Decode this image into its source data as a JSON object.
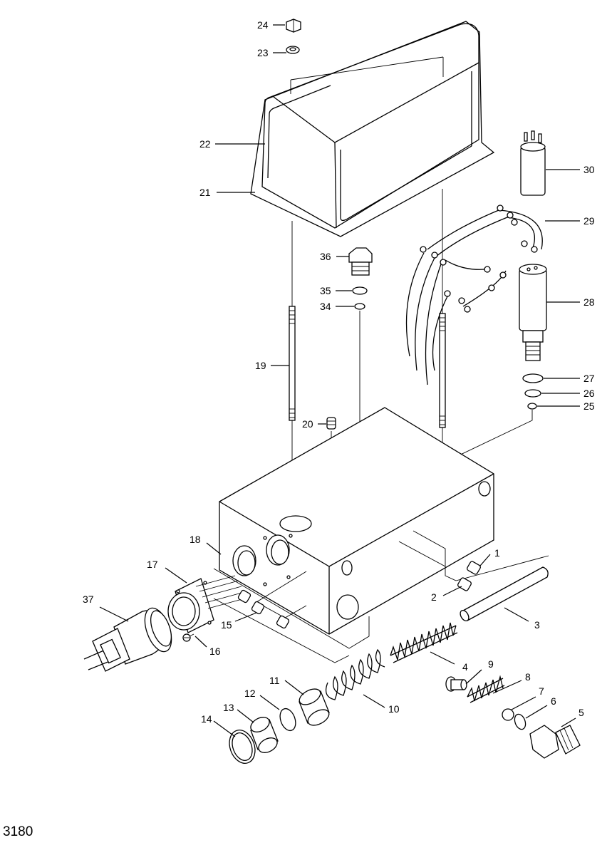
{
  "figure_number": "3180",
  "callouts": [
    "1",
    "2",
    "3",
    "4",
    "5",
    "6",
    "7",
    "8",
    "9",
    "10",
    "11",
    "12",
    "13",
    "14",
    "15",
    "16",
    "17",
    "18",
    "19",
    "20",
    "21",
    "22",
    "23",
    "24",
    "25",
    "26",
    "27",
    "28",
    "29",
    "30",
    "34",
    "35",
    "36",
    "37"
  ]
}
